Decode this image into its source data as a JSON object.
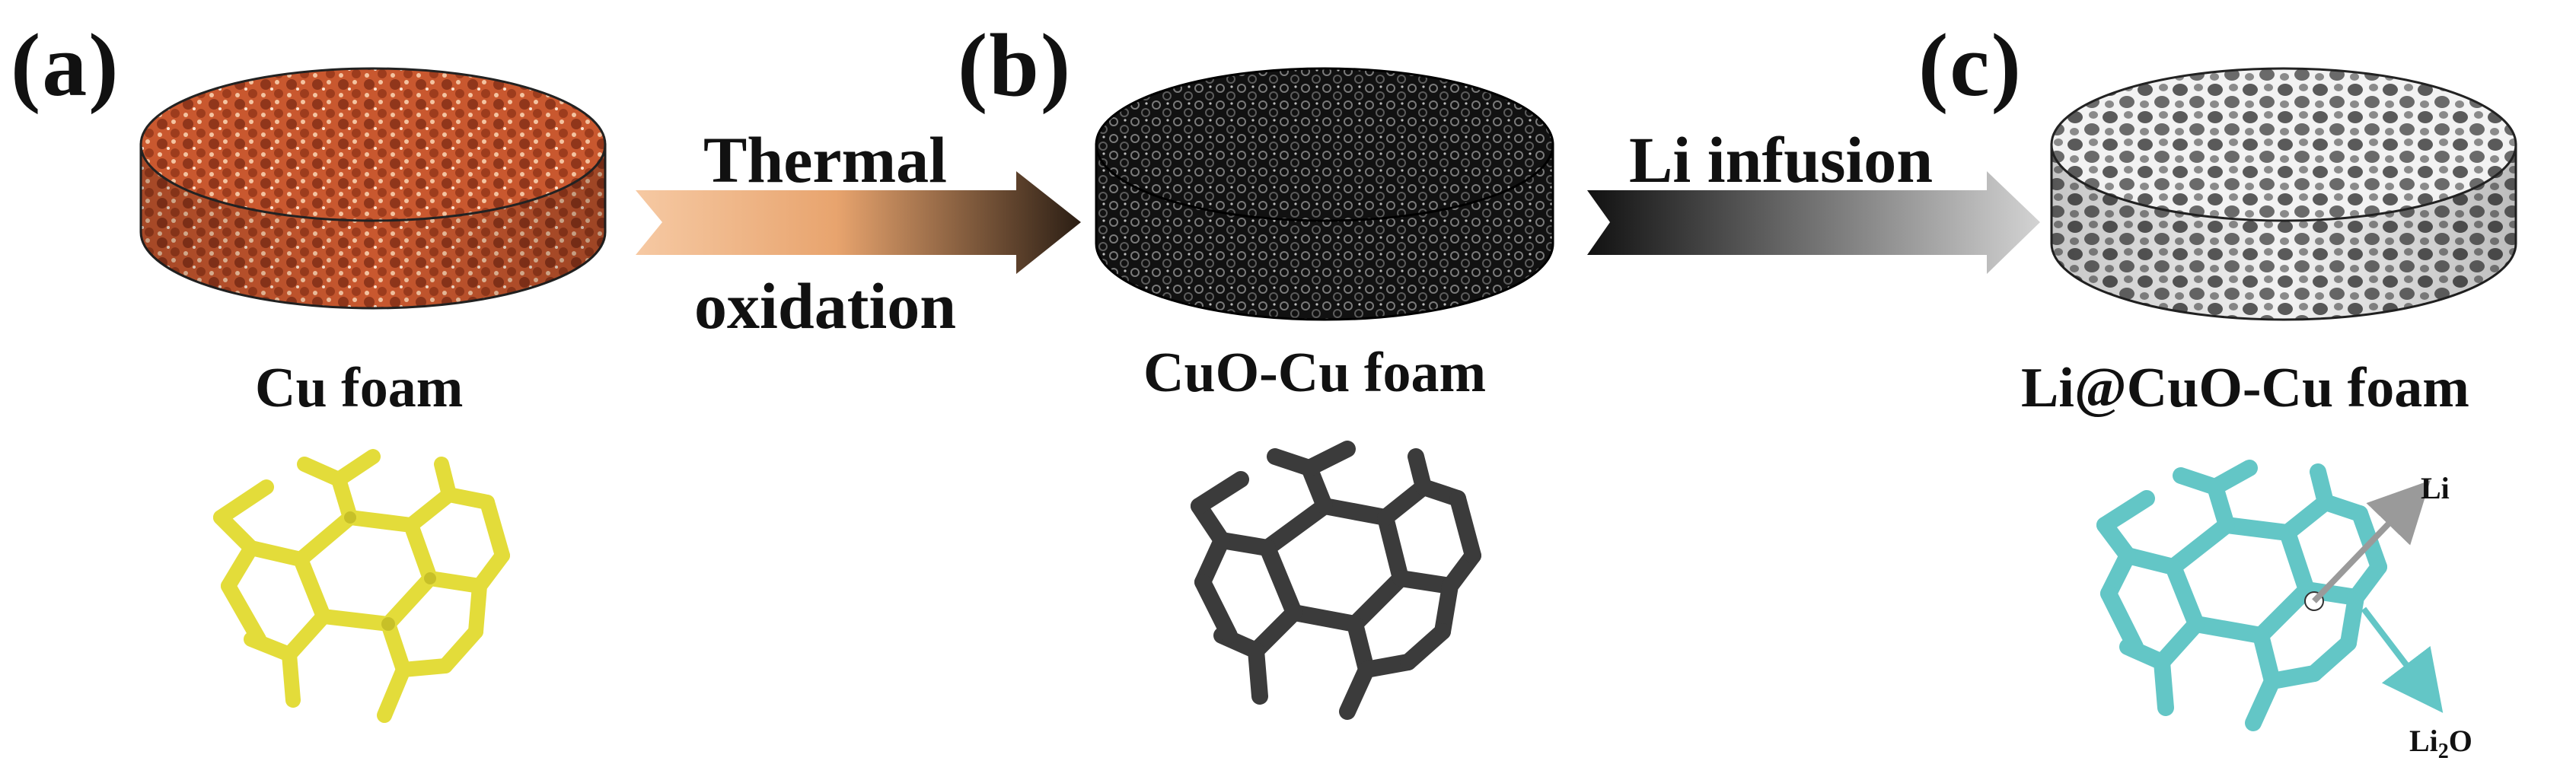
{
  "panels": [
    {
      "letter": "(a)",
      "name": "Cu foam",
      "color": "#d0603a"
    },
    {
      "letter": "(b)",
      "name": "CuO-Cu foam",
      "color": "#1c1c1c"
    },
    {
      "letter": "(c)",
      "name": "Li@CuO-Cu foam",
      "color": "#d8d8d8"
    }
  ],
  "arrows": [
    {
      "label_top": "Thermal",
      "label_bottom": "oxidation",
      "gradient": [
        "#f6c9a3",
        "#2b1e14"
      ]
    },
    {
      "label_top": "Li infusion",
      "gradient": [
        "#111111",
        "#cfcfcf"
      ]
    }
  ],
  "structures": [
    {
      "color": "#e3dc3a",
      "icon": "yellow-cu-cell-icon"
    },
    {
      "color": "#3b3b3b",
      "icon": "dark-cuo-cell-icon"
    },
    {
      "color": "#63c6c6",
      "icon": "cyan-li-cell-icon"
    }
  ],
  "annotations": {
    "li": "Li",
    "li2o_main": "Li",
    "li2o_sub": "2",
    "li2o_tail": "O"
  }
}
